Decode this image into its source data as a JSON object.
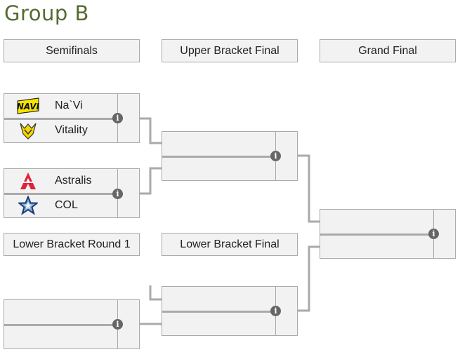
{
  "group_title": "Group B",
  "rounds": {
    "semifinals": "Semifinals",
    "upper_final": "Upper Bracket Final",
    "grand_final": "Grand Final",
    "lower_round1": "Lower Bracket Round 1",
    "lower_final": "Lower Bracket Final"
  },
  "matches": {
    "semi1": {
      "team1": {
        "name": "Na`Vi",
        "logo": "navi-logo"
      },
      "team2": {
        "name": "Vitality",
        "logo": "vitality-logo"
      }
    },
    "semi2": {
      "team1": {
        "name": "Astralis",
        "logo": "astralis-logo"
      },
      "team2": {
        "name": "COL",
        "logo": "col-logo"
      }
    }
  },
  "info_icon_glyph": "i",
  "colors": {
    "title": "#556b2f",
    "connector": "#aaaaaa",
    "box_bg": "#f2f2f2",
    "info_icon": "#666666"
  }
}
